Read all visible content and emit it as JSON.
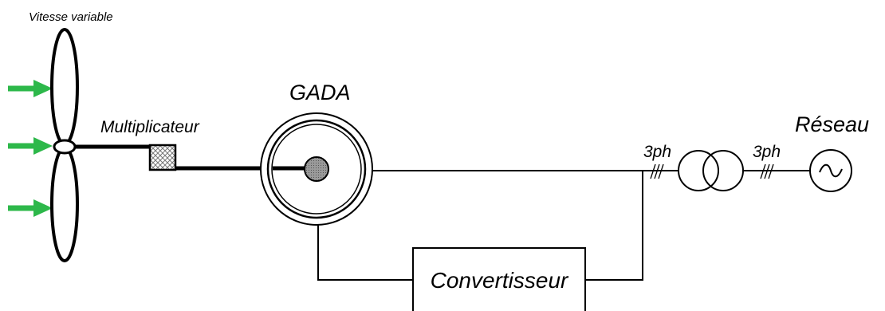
{
  "labels": {
    "speed": "Vitesse variable",
    "gearbox": "Multiplicateur",
    "generator": "GADA",
    "grid": "Réseau",
    "phase_left": "3ph",
    "phase_right": "3ph",
    "converter": "Convertisseur"
  },
  "colors": {
    "wind_arrow": "#2db84a",
    "line": "#000000",
    "rotor_fill": "#888888",
    "background": "#ffffff"
  },
  "icons": {
    "grid_source": "ac-source-icon",
    "transformer": "transformer-icon",
    "gearbox": "gearbox-icon",
    "generator": "dfig-generator-icon",
    "wind": "wind-arrow-icon"
  }
}
